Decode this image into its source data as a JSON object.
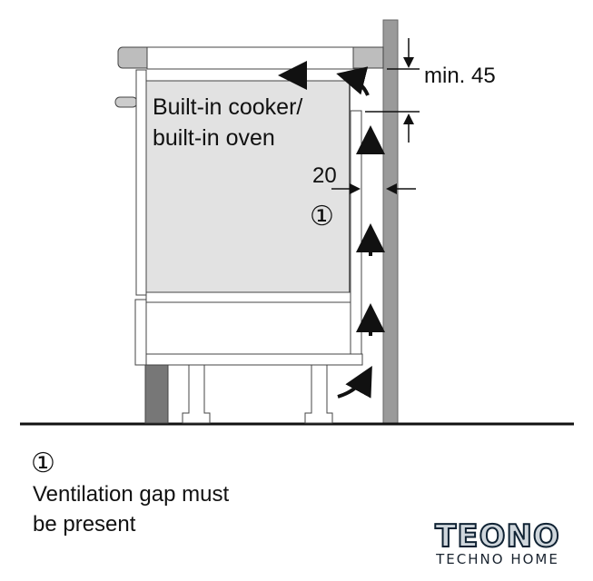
{
  "diagram": {
    "appliance_label_line1": "Built-in cooker/",
    "appliance_label_line2": "built-in oven",
    "dimension_top": "min. 45",
    "dimension_gap": "20",
    "callout_marker": "①",
    "legend_marker": "①",
    "legend_line1": "Ventilation gap must",
    "legend_line2": "be present"
  },
  "logo": {
    "main": "TEONO",
    "sub": "TECHNO HOME"
  },
  "colors": {
    "wall": "#9a9a9a",
    "oven": "#e2e2e2",
    "plinth": "#777777"
  }
}
